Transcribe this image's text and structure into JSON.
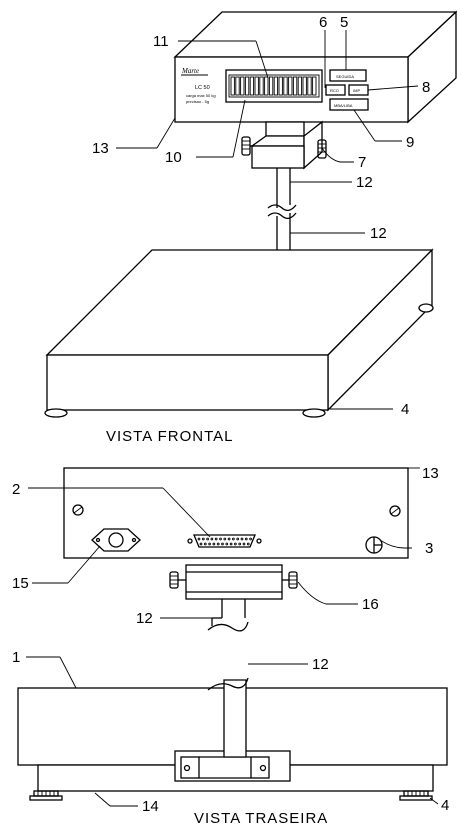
{
  "views": {
    "front_caption": "VISTA FRONTAL",
    "rear_caption": "VISTA TRASEIRA"
  },
  "display_panel": {
    "brand": "Marte",
    "model": "LC 50",
    "spec_line_1": "carga max 50 kg",
    "spec_line_2": "precisao - 5g",
    "buttons": {
      "button_1": "SEGUIDA",
      "button_2": "RCO",
      "button_3": "IMP",
      "button_4": "MBA/LIBA"
    }
  },
  "callouts": {
    "c1": "1",
    "c2": "2",
    "c3": "3",
    "c4_front": "4",
    "c4_rear": "4",
    "c5": "5",
    "c6": "6",
    "c7": "7",
    "c8": "8",
    "c9": "9",
    "c10": "10",
    "c11": "11",
    "c12_a": "12",
    "c12_b": "12",
    "c12_c": "12",
    "c12_d": "12",
    "c13_front": "13",
    "c13_rear": "13",
    "c14": "14",
    "c15": "15",
    "c16": "16"
  }
}
